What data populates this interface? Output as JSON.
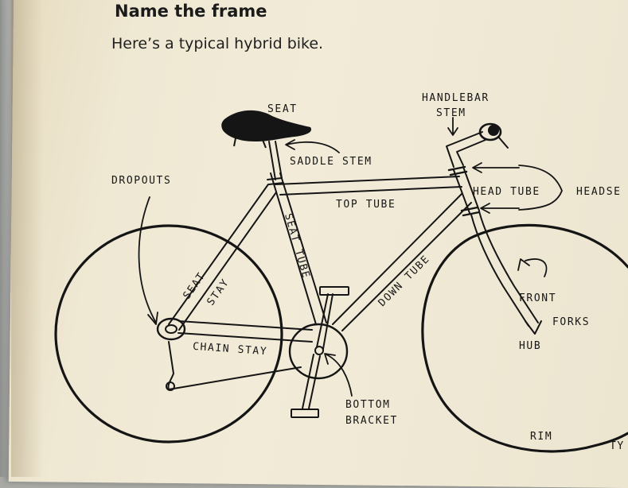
{
  "heading": {
    "title": "Name the frame",
    "subtitle": "Here’s a typical hybrid bike."
  },
  "labels": {
    "seat": "SEAT",
    "handlebar_stem_1": "HANDLEBAR",
    "handlebar_stem_2": "STEM",
    "saddle_stem": "SADDLE STEM",
    "dropouts": "DROPOUTS",
    "top_tube": "TOP TUBE",
    "head_tube": "HEAD TUBE",
    "headset": "HEADSE",
    "seat_tube": "SEAT TUBE",
    "down_tube": "DOWN TUBE",
    "seat_stay_1": "SEAT",
    "seat_stay_2": "STAY",
    "chain_stay": "CHAIN STAY",
    "front_forks_1": "FRONT",
    "front_forks_2": "FORKS",
    "hub": "HUB",
    "bottom_bracket_1": "BOTTOM",
    "bottom_bracket_2": "BRACKET",
    "rim": "RIM",
    "edge_cut": "TY"
  },
  "colors": {
    "ink": "#151515",
    "paper": "#f0ead6"
  }
}
